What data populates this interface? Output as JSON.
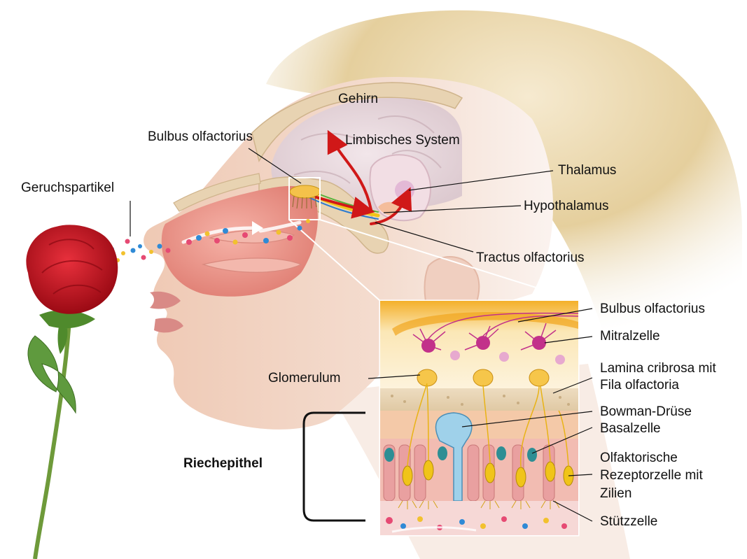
{
  "head_labels": {
    "gehirn": "Gehirn",
    "bulbus": "Bulbus olfactorius",
    "limbisches": "Limbisches System",
    "geruchspartikel": "Geruchspartikel",
    "thalamus": "Thalamus",
    "hypothalamus": "Hypothalamus",
    "tractus": "Tractus olfactorius"
  },
  "detail_labels": {
    "bulbus": "Bulbus olfactorius",
    "mitralzelle": "Mitralzelle",
    "lamina_line1": "Lamina cribrosa mit",
    "lamina_line2": "Fila olfactoria",
    "glomerulum": "Glomerulum",
    "bowman": "Bowman-Drüse",
    "basalzelle": "Basalzelle",
    "olf_line1": "Olfaktorische",
    "olf_line2": "Rezeptorzelle mit",
    "olf_line3": "Zilien",
    "stuetzzelle": "Stützzelle",
    "riechepithel": "Riechepithel"
  },
  "colors": {
    "skin": "#f1d3c1",
    "nasal_cavity": "#e98b7f",
    "bone": "#e8d3b2",
    "brain": "#e7d8dc",
    "pathway_arrow": "#d01818",
    "nerve_yellow": "#f0c419",
    "mitral_cell": "#c2318a",
    "rose": "#c4101e",
    "leaf": "#4f8a2c",
    "hair": "#e7d3a2",
    "epithelium_pink": "#e9a0a0",
    "bowman_gland": "#9fd1ea"
  }
}
